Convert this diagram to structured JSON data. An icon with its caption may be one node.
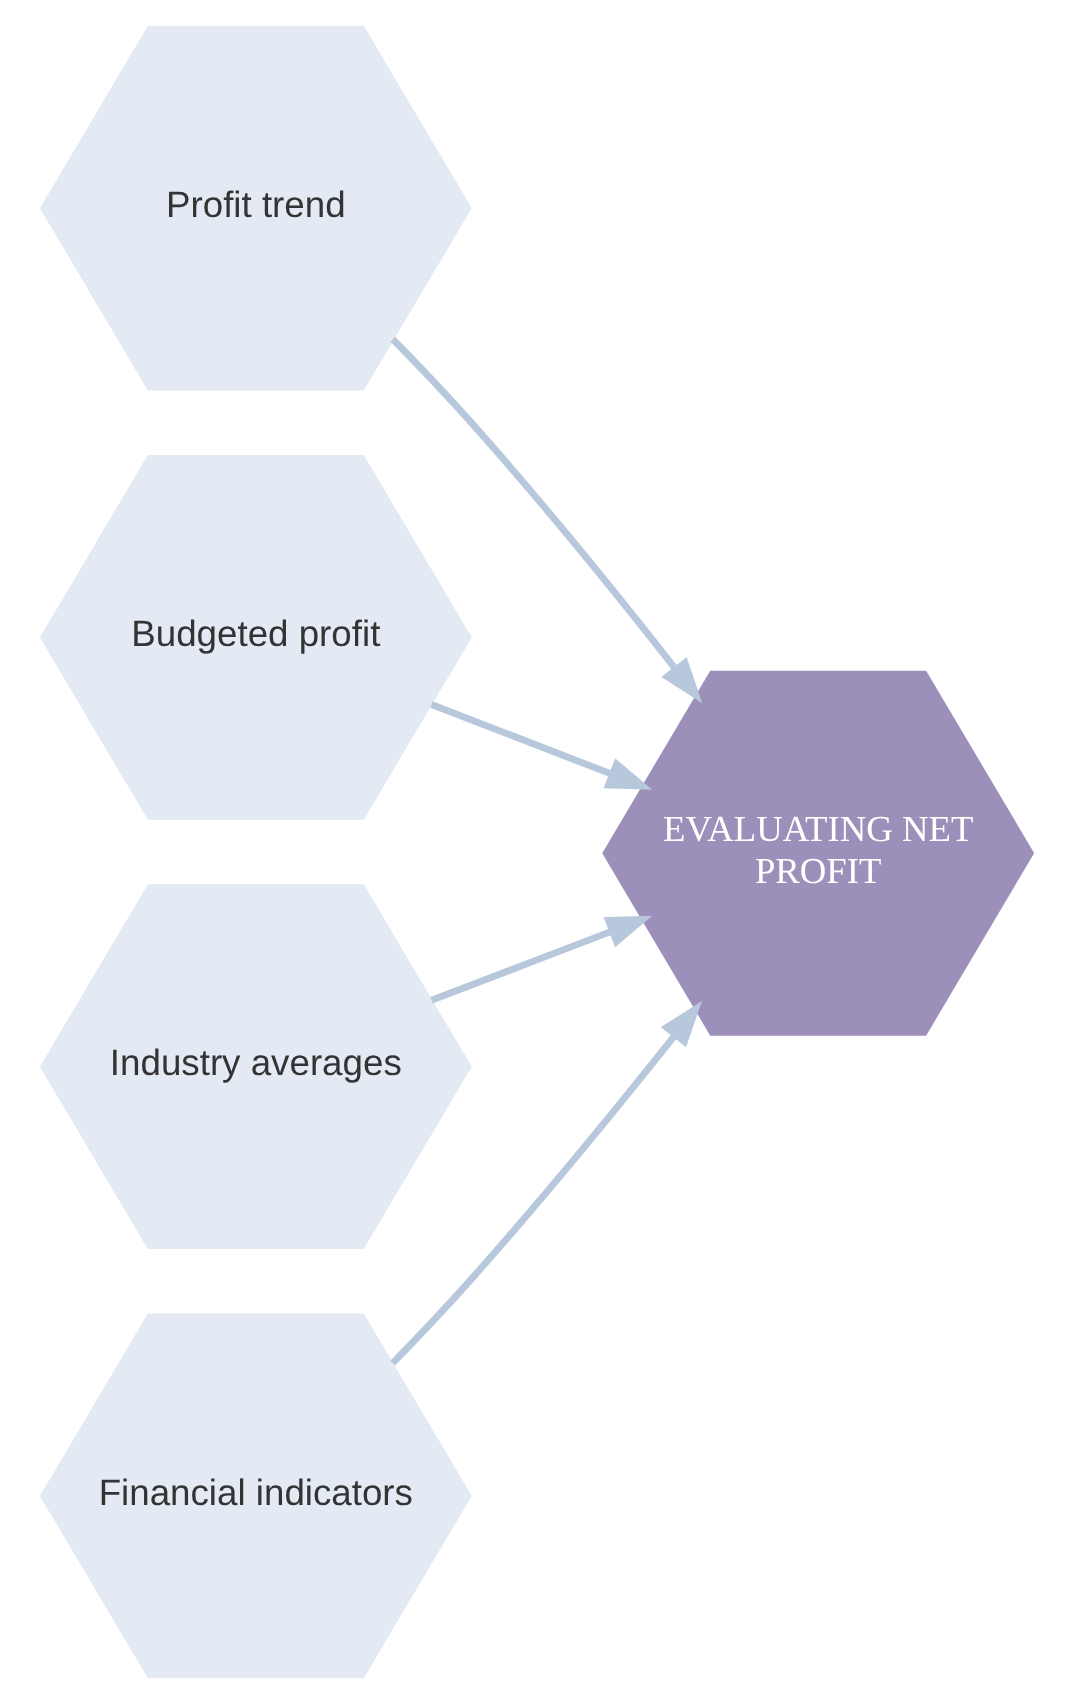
{
  "diagram": {
    "nodes": [
      {
        "text": [
          "Profit trend"
        ]
      },
      {
        "text": [
          "Budgeted profit"
        ]
      },
      {
        "text": [
          "EVALUATING NET PROFIT"
        ]
      },
      {
        "text": [
          "Industry averages"
        ]
      },
      {
        "text": [
          "Financial indicators"
        ]
      }
    ],
    "edges": [
      {
        "from": 0,
        "to": 2,
        "arrow": "to"
      },
      {
        "from": 1,
        "to": 2,
        "arrow": "to"
      },
      {
        "from": 3,
        "to": 2,
        "arrow": "to"
      },
      {
        "from": 4,
        "to": 2,
        "arrow": "to"
      }
    ]
  }
}
